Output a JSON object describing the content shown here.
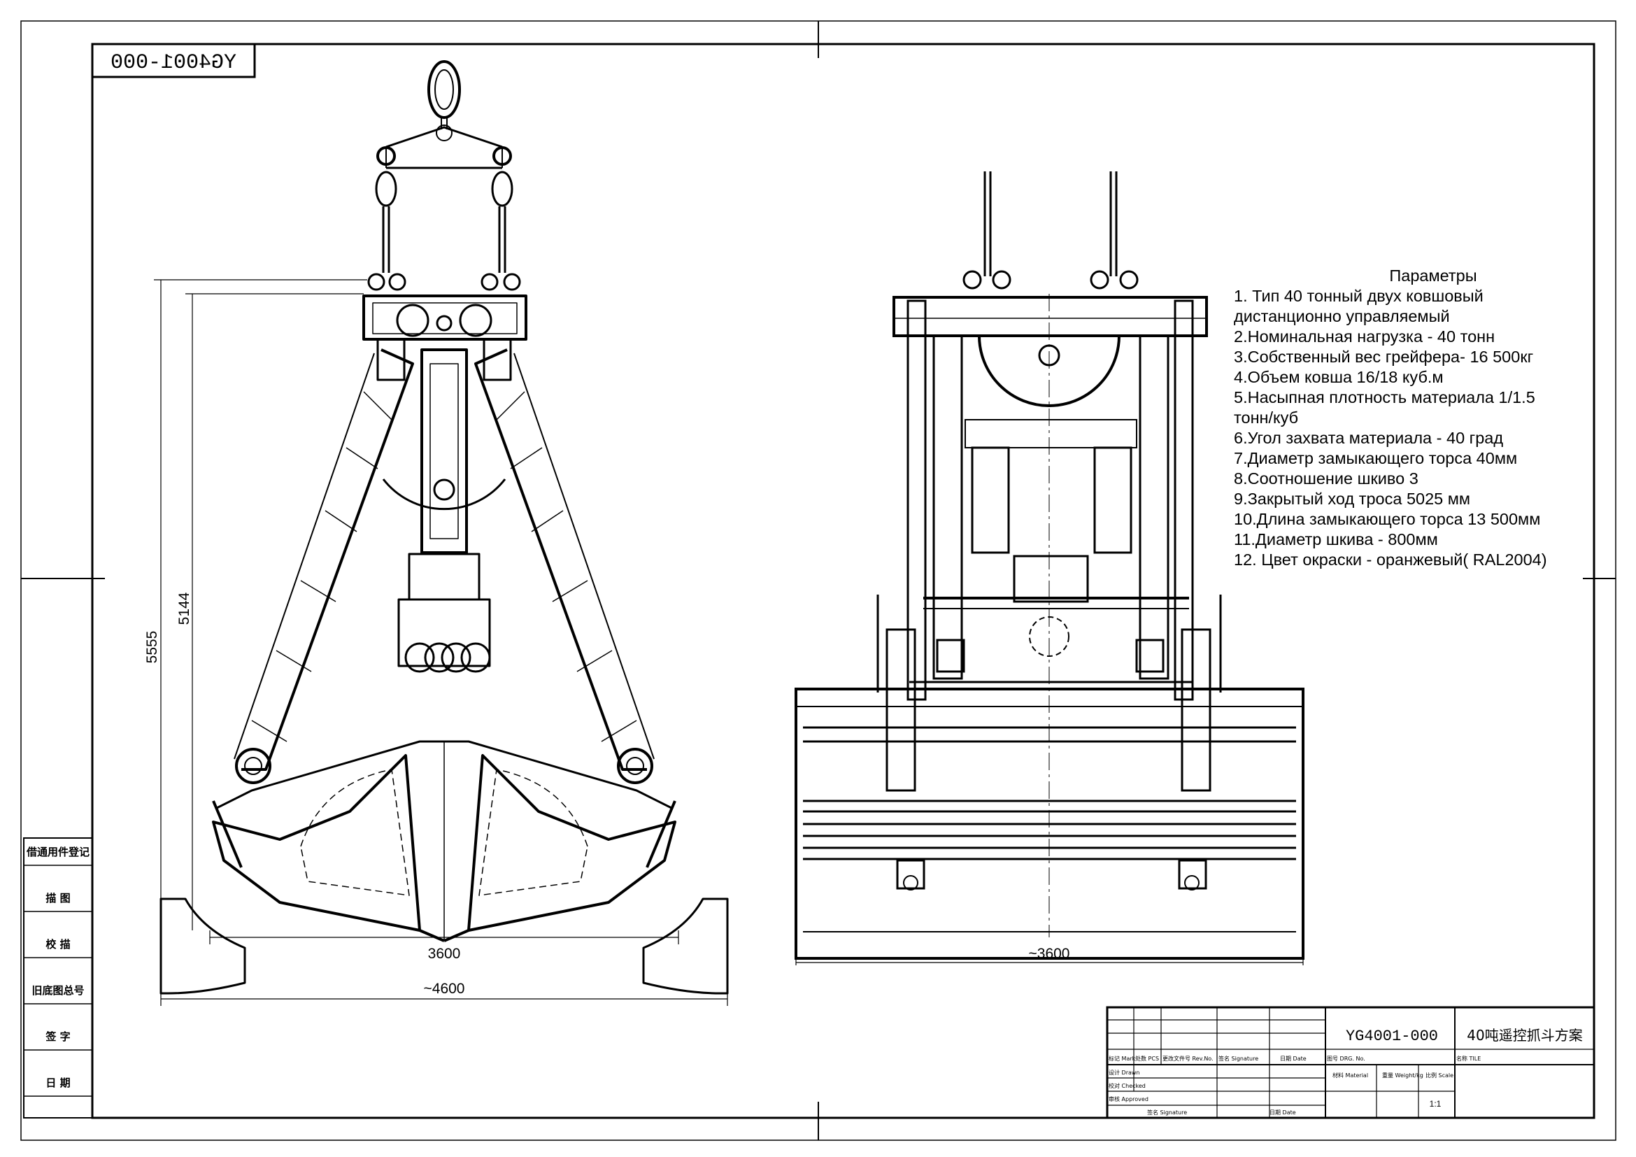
{
  "frame": {
    "drawing_code_mirrored": "YG4001-000"
  },
  "side_stamp": {
    "labels": [
      "借通用件登记",
      "描 图",
      "校 描",
      "旧底图总号",
      "签 字",
      "日 期"
    ]
  },
  "dimensions": {
    "height_total": "5555",
    "height_body": "5144",
    "width_closed": "3600",
    "width_open": "~4600",
    "width_side": "~3600"
  },
  "parameters": {
    "title": "Параметры",
    "lines": [
      "1. Тип      40 тонный двух ковшовый",
      "дистанционно управляемый",
      "2.Номинальная нагрузка - 40 тонн",
      "3.Собственный вес грейфера- 16 500кг",
      "4.Объем ковша 16/18  куб.м",
      "5.Насыпная плотность материала 1/1.5",
      "тонн/куб",
      "6.Угол захвата материала - 40 град",
      "7.Диаметр замыкающего торса 40мм",
      "8.Соотношение шкиво 3",
      "9.Закрытый ход троса 5025 мм",
      "10.Длина замыкающего торса  13 500мм",
      "11.Диаметр шкива - 800мм",
      "12. Цвет окраски - оранжевый( RAL2004)"
    ]
  },
  "title_block": {
    "drawing_no": "YG4001-000",
    "title": "40吨遥控抓斗方案",
    "revision_headers": [
      "标记 Mark",
      "处数 PCS",
      "更改文件号 Rev.No.",
      "签名 Signature",
      "日期 Date"
    ],
    "drg_no_label": "图号 DRG. No.",
    "tile_label": "名称 TILE",
    "roles": [
      "设计 Drawn",
      "校对 Checked",
      "审核 Approved"
    ],
    "signature_label": "签名 Signature",
    "date_label": "日期 Date",
    "material_label": "材料 Material",
    "weight_label": "重量 Weight/kg",
    "scale_label": "比例 Scale",
    "scale_value": "1:1"
  }
}
